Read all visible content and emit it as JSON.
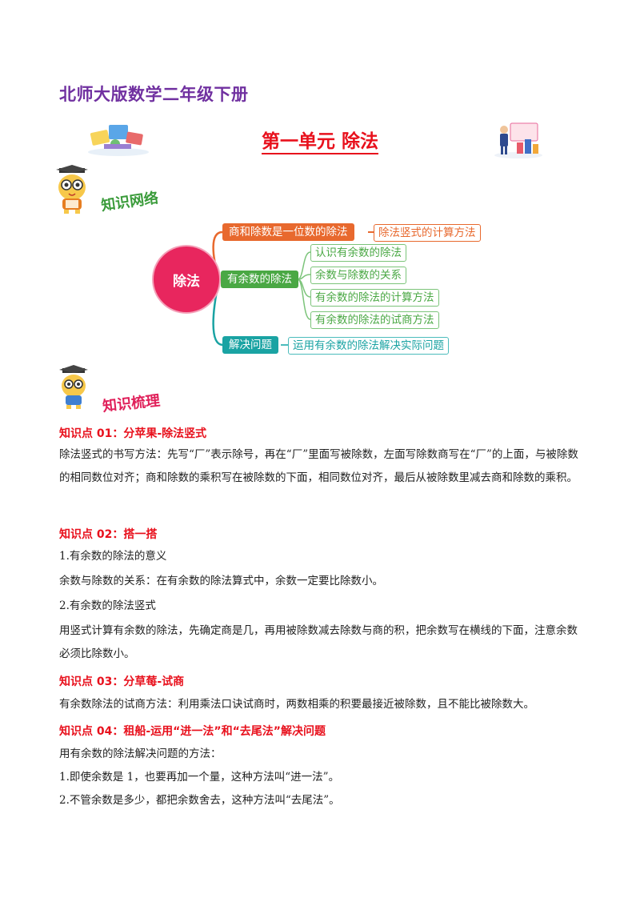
{
  "header": {
    "series_title": "北师大版数学二年级下册",
    "unit_title": "第一单元 除法"
  },
  "sections": {
    "map_tag": "知识网络",
    "points_tag": "知识梳理"
  },
  "mindmap": {
    "root": "除法",
    "branches": [
      {
        "label": "商和除数是一位数的除法",
        "color": "#e8692e",
        "children": [
          "除法竖式的计算方法"
        ]
      },
      {
        "label": "有余数的除法",
        "color": "#4aa844",
        "children": [
          "认识有余数的除法",
          "余数与除数的关系",
          "有余数的除法的计算方法",
          "有余数的除法的试商方法"
        ]
      },
      {
        "label": "解决问题",
        "color": "#1aa3a3",
        "children": [
          "运用有余数的除法解决实际问题"
        ]
      }
    ]
  },
  "points": {
    "p1": {
      "heading": "知识点 01：分苹果-除法竖式",
      "text": "除法竖式的书写方法：先写“厂”表示除号，再在“厂”里面写被除数，左面写除数商写在“厂”的上面，与被除数的相同数位对齐；商和除数的乘积写在被除数的下面，相同数位对齐，最后从被除数里减去商和除数的乘积。"
    },
    "p2": {
      "heading": "知识点 02：搭一搭",
      "sub1": "1.有余数的除法的意义",
      "text1": "余数与除数的关系：在有余数的除法算式中，余数一定要比除数小。",
      "sub2": "2.有余数的除法竖式",
      "text2": "用竖式计算有余数的除法，先确定商是几，再用被除数减去除数与商的积，把余数写在横线的下面，注意余数必须比除数小。"
    },
    "p3": {
      "heading": "知识点 03：分草莓-试商",
      "text": "有余数除法的试商方法：利用乘法口诀试商时，两数相乘的积要最接近被除数，且不能比被除数大。"
    },
    "p4": {
      "heading": "知识点 04：租船-运用“进一法”和“去尾法”解决问题",
      "intro": "用有余数的除法解决问题的方法：",
      "item1": "1.即使余数是 1，也要再加一个量，这种方法叫“进一法”。",
      "item2": "2.不管余数是多少，都把余数舍去，这种方法叫“去尾法”。"
    }
  }
}
